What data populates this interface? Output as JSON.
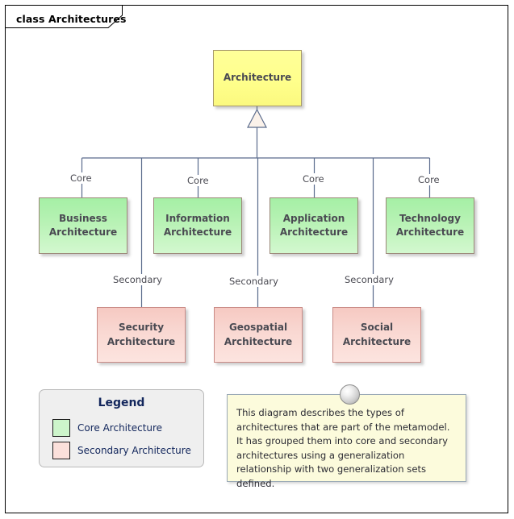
{
  "frame": {
    "header_label": "class Architectures",
    "border_color": "#000000"
  },
  "palette": {
    "root_fill": "#ffff99",
    "core_fill": "#b8f2b5",
    "secondary_fill": "#f9d8d2",
    "note_fill": "#fcfbdc",
    "legend_fill": "#efefef",
    "connector_color": "#5a6b8c",
    "legend_text_color": "#12265c"
  },
  "root_class": {
    "name": "Architecture",
    "kind": "root"
  },
  "core_classes": [
    {
      "name": "Business Architecture",
      "line1": "Business",
      "line2": "Architecture",
      "set_label": "Core"
    },
    {
      "name": "Information Architecture",
      "line1": "Information",
      "line2": "Architecture",
      "set_label": "Core"
    },
    {
      "name": "Application Architecture",
      "line1": "Application",
      "line2": "Architecture",
      "set_label": "Core"
    },
    {
      "name": "Technology Architecture",
      "line1": "Technology",
      "line2": "Architecture",
      "set_label": "Core"
    }
  ],
  "secondary_classes": [
    {
      "name": "Security Architecture",
      "line1": "Security",
      "line2": "Architecture",
      "set_label": "Secondary"
    },
    {
      "name": "Geospatial Architecture",
      "line1": "Geospatial",
      "line2": "Architecture",
      "set_label": "Secondary"
    },
    {
      "name": "Social Architecture",
      "line1": "Social",
      "line2": "Architecture",
      "set_label": "Secondary"
    }
  ],
  "generalization_sets": {
    "core_label": "Core",
    "secondary_label": "Secondary"
  },
  "legend": {
    "title": "Legend",
    "items": [
      {
        "label": "Core Architecture",
        "swatch": "#cdf5cb"
      },
      {
        "label": "Secondary Architecture",
        "swatch": "#fbe0db"
      }
    ]
  },
  "note": {
    "text": "This diagram describes the types of architectures that are part of the metamodel. It has grouped them into core and secondary architectures using a generalization relationship with two generalization sets defined."
  }
}
